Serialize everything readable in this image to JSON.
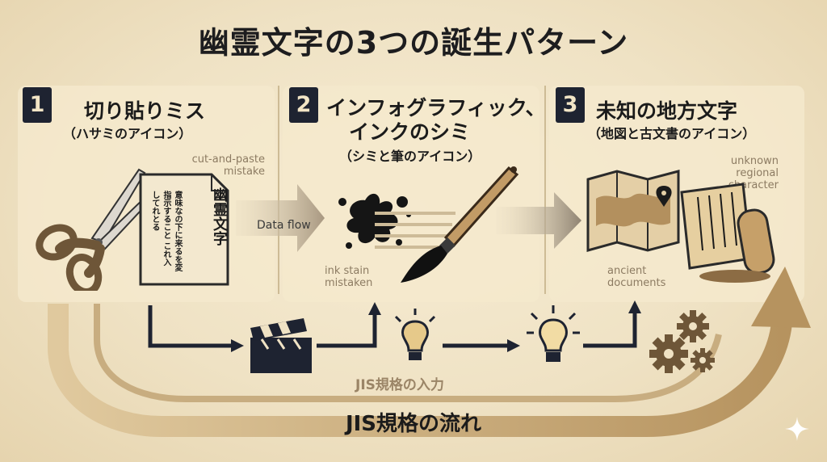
{
  "title": "幽霊文字の3つの誕生パターン",
  "panels": [
    {
      "number": "1",
      "title": "切り貼りミス",
      "subtitle": "（ハサミのアイコン）",
      "caption": "cut-and-paste mistake",
      "paper_title": "幽霊文字",
      "paper_body": "意味なの下に来るを変指示すること これ入してれとる"
    },
    {
      "number": "2",
      "title_line1": "インフォグラフィック、",
      "title_line2": "インクのシミ",
      "subtitle": "（シミと筆のアイコン）",
      "caption": "ink stain mistaken",
      "data_flow": "Data flow"
    },
    {
      "number": "3",
      "title": "未知の地方文字",
      "subtitle": "（地図と古文書のアイコン）",
      "caption_top": "unknown regional character",
      "caption_bottom": "ancient documents"
    }
  ],
  "flow": {
    "inner_label": "JIS規格の入力",
    "outer_label": "JIS規格の流れ"
  },
  "colors": {
    "background": "#efe2c4",
    "number_badge": "#1e2331",
    "arrow": "#c4a87b",
    "ink": "#1b1b1b"
  },
  "icons": [
    "scissors-icon",
    "paper-icon",
    "ink-splat-icon",
    "brush-icon",
    "map-icon",
    "scroll-icon",
    "clapperboard-icon",
    "lightbulb-icon",
    "gears-icon",
    "sparkle-icon"
  ]
}
